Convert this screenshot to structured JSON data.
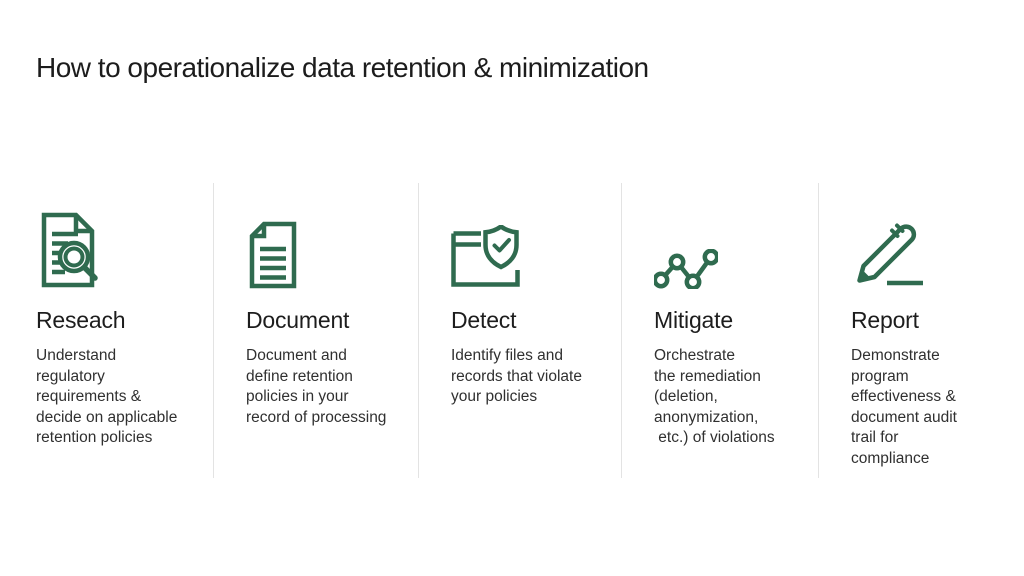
{
  "title": "How to operationalize data retention & minimization",
  "colors": {
    "accent_green": "#2f6b4f",
    "title_text": "#1c1c1c",
    "body_text": "#303030",
    "divider": "#e3e3e3",
    "background": "#ffffff"
  },
  "steps": [
    {
      "icon": "document-magnifier-icon",
      "heading": "Reseach",
      "description": "Understand\nregulatory\nrequirements &\ndecide on applicable\nretention policies"
    },
    {
      "icon": "document-lines-icon",
      "heading": "Document",
      "description": "Document and\ndefine retention\npolicies in your\nrecord of processing"
    },
    {
      "icon": "folder-shield-check-icon",
      "heading": "Detect",
      "description": "Identify files and\nrecords that violate\nyour policies"
    },
    {
      "icon": "line-graph-nodes-icon",
      "heading": "Mitigate",
      "description": "Orchestrate\nthe remediation\n(deletion,\nanonymization,\n etc.) of violations"
    },
    {
      "icon": "pencil-underline-icon",
      "heading": "Report",
      "description": "Demonstrate\nprogram\neffectiveness &\ndocument audit\ntrail for compliance"
    }
  ]
}
